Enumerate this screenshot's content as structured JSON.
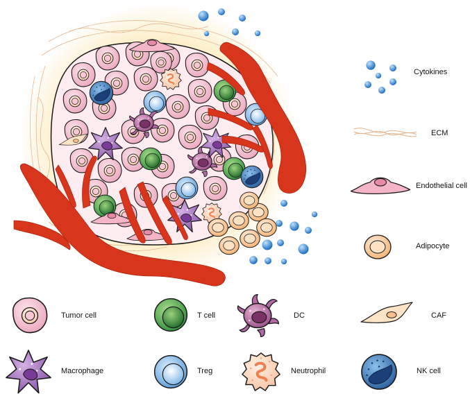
{
  "legend_right": [
    {
      "id": "cytokines",
      "label": "Cytokines",
      "icon": "cytokine-dots-icon",
      "color": "#2f7fd0"
    },
    {
      "id": "ecm",
      "label": "ECM",
      "icon": "ecm-fiber-icon",
      "color": "#e8b48a"
    },
    {
      "id": "endothelial",
      "label": "Endothelial cell",
      "icon": "endothelial-cell-icon",
      "color": "#f2b8c4"
    },
    {
      "id": "adipocyte",
      "label": "Adipocyte",
      "icon": "adipocyte-icon",
      "color": "#f8c690"
    }
  ],
  "legend_bottom": [
    {
      "id": "tumor",
      "label": "Tumor cell",
      "icon": "tumor-cell-icon",
      "color": "#f0b6c8"
    },
    {
      "id": "tcell",
      "label": "T cell",
      "icon": "t-cell-icon",
      "color": "#3fa64a"
    },
    {
      "id": "dc",
      "label": "DC",
      "icon": "dendritic-cell-icon",
      "color": "#b06aa0"
    },
    {
      "id": "caf",
      "label": "CAF",
      "icon": "caf-icon",
      "color": "#f9dcc0"
    },
    {
      "id": "macrophage",
      "label": "Macrophage",
      "icon": "macrophage-icon",
      "color": "#a070b8"
    },
    {
      "id": "treg",
      "label": "Treg",
      "icon": "treg-icon",
      "color": "#6aa8e0"
    },
    {
      "id": "neutrophil",
      "label": "Neutrophil",
      "icon": "neutrophil-icon",
      "color": "#f9d0b8"
    },
    {
      "id": "nk",
      "label": "NK cell",
      "icon": "nk-cell-icon",
      "color": "#3a7cc0"
    }
  ],
  "colors": {
    "vessel": "#d8361c",
    "vessel_dark": "#b82a12",
    "glow": "#fde9b8",
    "outline": "#1a1a1a"
  }
}
